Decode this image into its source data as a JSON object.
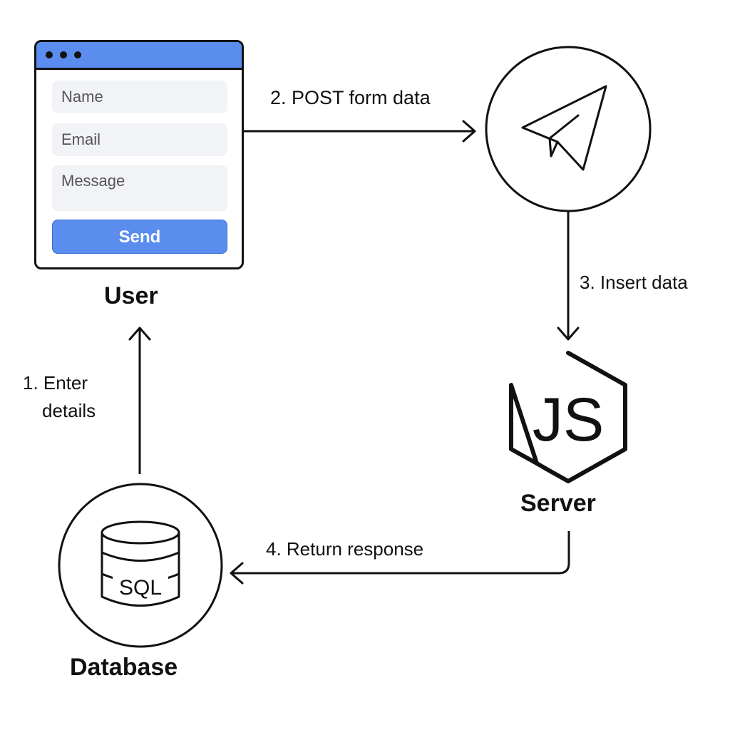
{
  "user": {
    "form": {
      "name_placeholder": "Name",
      "email_placeholder": "Email",
      "message_placeholder": "Message",
      "send_label": "Send"
    },
    "label": "User"
  },
  "nodes": {
    "telegram": {
      "icon": "paper-plane-icon"
    },
    "server": {
      "icon": "nodejs-icon",
      "logo_text": "JS",
      "label": "Server"
    },
    "database": {
      "icon": "database-icon",
      "logo_text": "SQL",
      "label": "Database"
    }
  },
  "edges": [
    {
      "label": "1. Enter",
      "label2": "details"
    },
    {
      "label": "2. POST form data"
    },
    {
      "label": "3. Insert data"
    },
    {
      "label": "4. Return response"
    }
  ],
  "colors": {
    "accent": "#5b8def",
    "stroke": "#111111",
    "field_bg": "#f1f3f6"
  }
}
